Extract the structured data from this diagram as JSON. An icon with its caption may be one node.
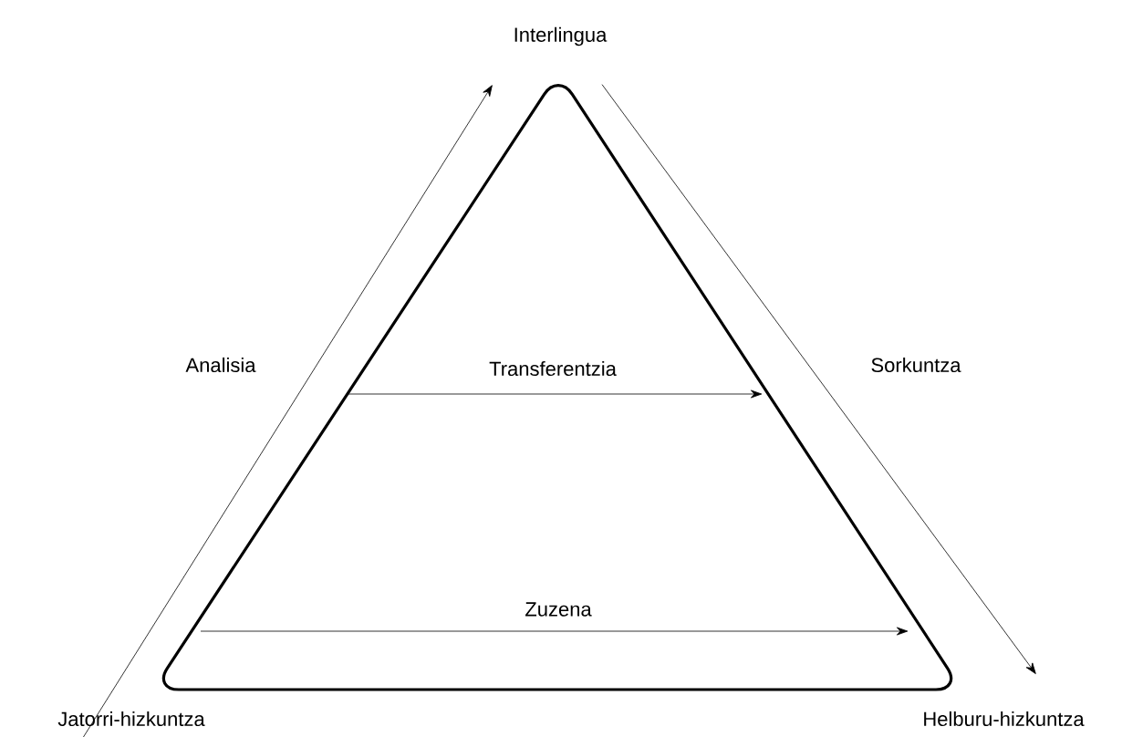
{
  "diagram": {
    "nodes": [
      {
        "text": [
          "Interlingua"
        ]
      },
      {
        "text": [
          "Jatorri-hizkuntza"
        ]
      },
      {
        "text": [
          "Helburu-hizkuntza"
        ]
      }
    ],
    "edges": [
      {
        "from": 1,
        "to": 0,
        "arrow": "to",
        "label": "Analisia"
      },
      {
        "from": 0,
        "to": 2,
        "arrow": "to",
        "label": "Sorkuntza"
      }
    ],
    "labels": [
      "Transferentzia",
      "Zuzena"
    ]
  }
}
